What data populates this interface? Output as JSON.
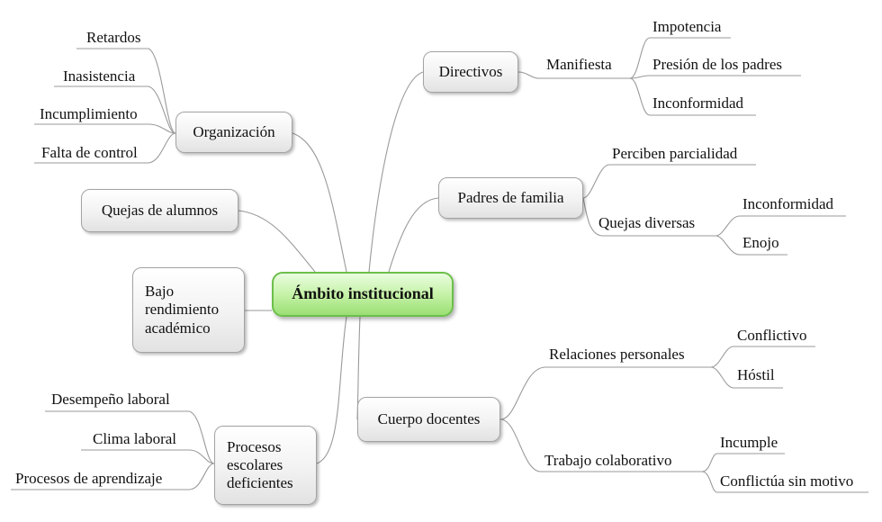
{
  "center": "Ámbito institucional",
  "left": {
    "organizacion": {
      "label": "Organización",
      "items": [
        "Retardos",
        "Inasistencia",
        "Incumplimiento",
        "Falta de control"
      ]
    },
    "quejas_alumnos": "Quejas de alumnos",
    "bajo_rendimiento": "Bajo\nrendimiento\nacadémico",
    "procesos": {
      "label": "Procesos\nescolares\ndeficientes",
      "items": [
        "Desempeño laboral",
        "Clima laboral",
        "Procesos de aprendizaje"
      ]
    }
  },
  "right": {
    "directivos": {
      "label": "Directivos",
      "manifiesta": {
        "label": "Manifiesta",
        "items": [
          "Impotencia",
          "Presión de los padres",
          "Inconformidad"
        ]
      }
    },
    "padres": {
      "label": "Padres de familia",
      "perciben": "Perciben parcialidad",
      "quejas": {
        "label": "Quejas diversas",
        "items": [
          "Inconformidad",
          "Enojo"
        ]
      }
    },
    "docentes": {
      "label": "Cuerpo docentes",
      "relaciones": {
        "label": "Relaciones personales",
        "items": [
          "Conflictivo",
          "Hóstil"
        ]
      },
      "trabajo": {
        "label": "Trabajo colaborativo",
        "items": [
          "Incumple",
          "Conflictúa sin motivo"
        ]
      }
    }
  }
}
